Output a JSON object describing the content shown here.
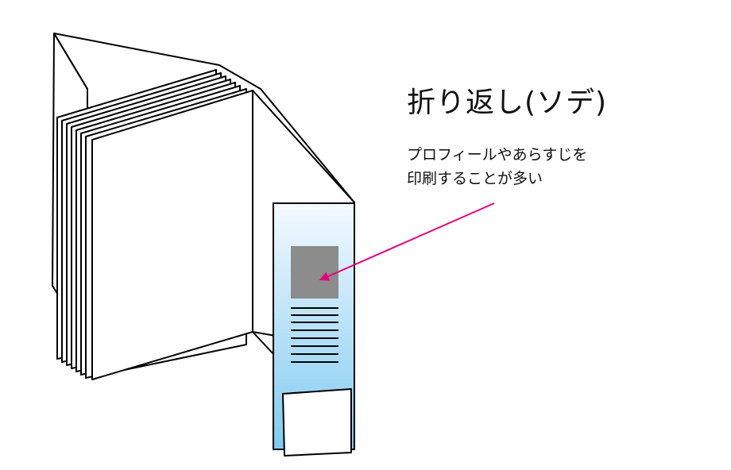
{
  "title": "折り返し(ソデ)",
  "description": [
    "プロフィールやあらすじを",
    "印刷することが多い"
  ],
  "colors": {
    "outline": "#000000",
    "arrow": "#e6007e",
    "photo": "#8c8c8c",
    "flap_top": "#f4faff",
    "flap_bottom": "#7fcaf0"
  }
}
